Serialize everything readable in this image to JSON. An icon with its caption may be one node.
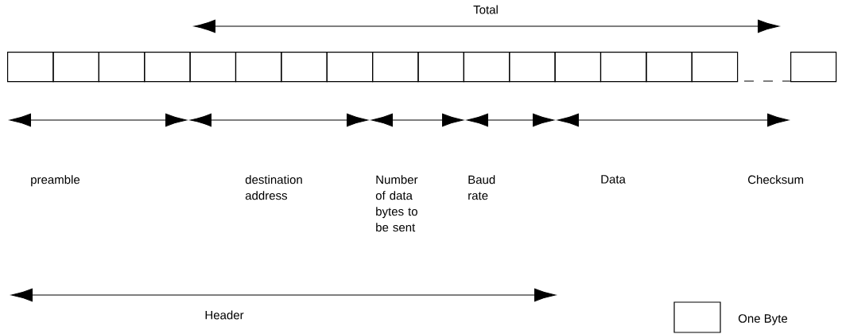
{
  "diagram": {
    "nodes": [
      {
        "text": [],
        "shape": "box"
      },
      {
        "text": [],
        "shape": "box"
      },
      {
        "text": [],
        "shape": "box"
      },
      {
        "text": [],
        "shape": "box"
      },
      {
        "text": [],
        "shape": "box"
      },
      {
        "text": [],
        "shape": "box"
      },
      {
        "text": [],
        "shape": "box"
      },
      {
        "text": [],
        "shape": "box"
      },
      {
        "text": [],
        "shape": "box"
      },
      {
        "text": [],
        "shape": "box"
      },
      {
        "text": [],
        "shape": "box"
      },
      {
        "text": [],
        "shape": "box"
      },
      {
        "text": [],
        "shape": "box"
      },
      {
        "text": [],
        "shape": "box"
      },
      {
        "text": [],
        "shape": "box"
      },
      {
        "text": [],
        "shape": "box"
      },
      {
        "text": [],
        "shape": "box"
      }
    ],
    "edges": [],
    "labels": [
      "Total",
      "preamble",
      "destination address",
      "Number of data bytes to be sent",
      "Baud rate",
      "Data",
      "Checksum",
      "Header"
    ],
    "legend": [
      {
        "text": "One Byte"
      }
    ]
  }
}
